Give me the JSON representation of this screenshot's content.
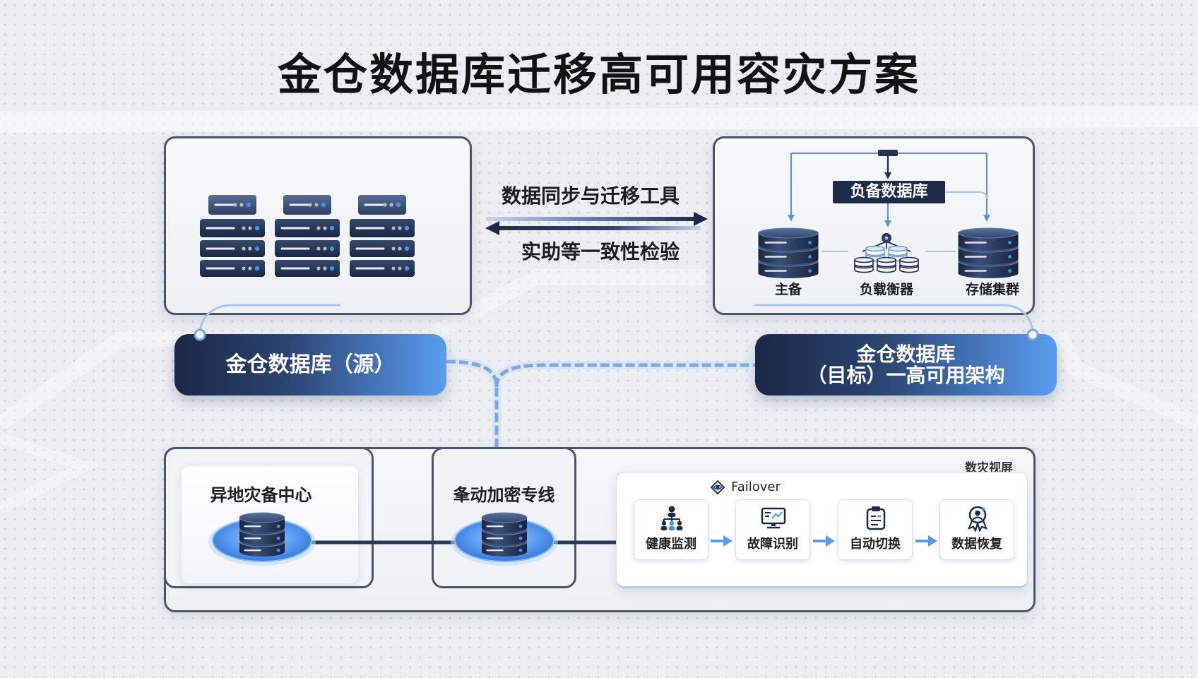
{
  "title": "金仓数据库迁移高可用容灾方案",
  "sync": {
    "tool_label": "数据同步与迁移工具",
    "check_label": "实助等一致性检验"
  },
  "source": {
    "label": "金仓数据库（源）",
    "server_icon": "server-rack-icon"
  },
  "target": {
    "label_line1": "金仓数据库",
    "label_line2": "（目标）一高可用架构",
    "standby_label": "负备数据库",
    "nodes": [
      {
        "label": "主备",
        "icon": "database-icon"
      },
      {
        "label": "负载衡器",
        "icon": "load-balancer-icon"
      },
      {
        "label": "存储集群",
        "icon": "database-icon"
      }
    ]
  },
  "disaster_recovery": {
    "remote_center_label": "异地灾备中心",
    "encrypted_line_label": "夆动加密专线",
    "monitor_label": "数灾视屏",
    "failover": {
      "label": "Failover",
      "icon": "failover-eye-icon",
      "steps": [
        {
          "label": "健康监测",
          "icon": "health-monitor-icon"
        },
        {
          "label": "故障识别",
          "icon": "fault-detect-icon"
        },
        {
          "label": "自动切换",
          "icon": "auto-switch-icon"
        },
        {
          "label": "数据恢复",
          "icon": "data-recovery-icon"
        }
      ]
    }
  },
  "colors": {
    "navy": "#1e2a45",
    "accent_blue": "#4d8fe6",
    "panel_border": "#4b5567",
    "background": "#eceef2"
  }
}
